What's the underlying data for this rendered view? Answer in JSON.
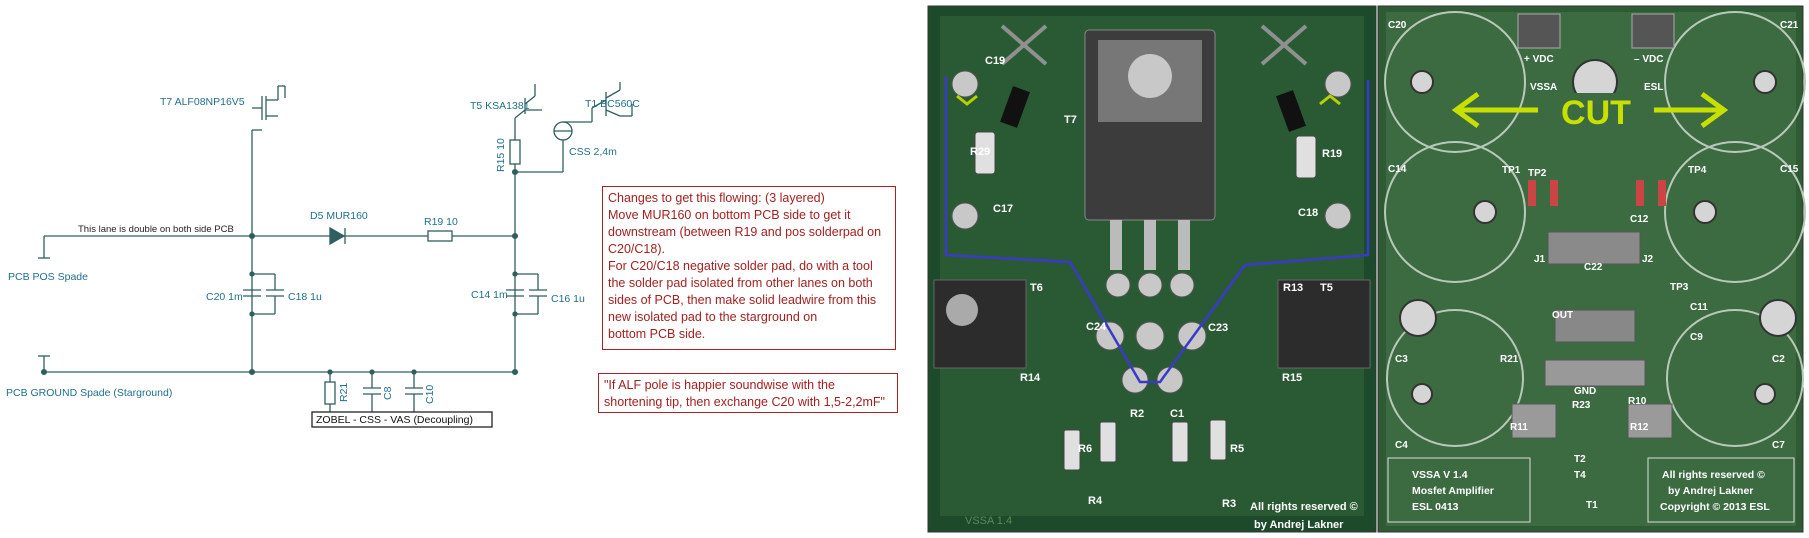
{
  "schematic": {
    "labels": {
      "t7": "T7 ALF08NP16V5",
      "t5": "T5 KSA1381",
      "t1": "T1 BC560C",
      "css": "CSS 2,4m",
      "r15": "R15 10",
      "lane_note": "This lane is double on both side PCB",
      "d5": "D5 MUR160",
      "r19": "R19 10",
      "pos_spade": "PCB POS Spade",
      "c20": "C20 1m",
      "c18": "C18 1u",
      "c14": "C14 1m",
      "c16": "C16 1u",
      "ground_spade": "PCB GROUND Spade (Starground)",
      "r21": "R21",
      "c8": "C8",
      "c10": "C10",
      "zobel": "ZOBEL -  CSS  -  VAS (Decoupling)"
    },
    "note1_lines": [
      "Changes to get this flowing: (3 layered)",
      "Move MUR160 on bottom PCB side to get it",
      "downstream (between R19 and pos solderpad on",
      "C20/C18).",
      "For C20/C18 negative solder pad, do with a tool",
      "the solder pad isolated from other lanes on both",
      "sides of PCB, then make solid leadwire from this",
      "new isolated pad to the starground on",
      "bottom PCB side."
    ],
    "note2_lines": [
      "\"If ALF pole is happier soundwise with the",
      "shortening tip, then exchange C20 with 1,5-2,2mF\""
    ],
    "colors": {
      "wire": "#2f5f5f",
      "label": "#1f6f8b",
      "note": "#a32020"
    }
  },
  "photo_left": {
    "labels": {
      "c19": "C19",
      "t7": "T7",
      "r29": "R29",
      "c17": "C17",
      "c18": "C18",
      "r19": "R19",
      "r13": "R13",
      "t6": "T6",
      "t5": "T5",
      "r14": "R14",
      "r15": "R15",
      "c24": "C24",
      "c23": "C23",
      "r2": "R2",
      "c1": "C1",
      "r6": "R6",
      "r5": "R5",
      "r4": "R4",
      "r3": "R3",
      "vssa": "VSSA 1.4",
      "rights": "All rights reserved ©",
      "author": "by Andrej Lakner"
    },
    "colors": {
      "pcb": "#1d4a2a",
      "copper": "#2f6a3a",
      "pad": "#c8c8c8",
      "trace": "#3a3ac8"
    }
  },
  "photo_right": {
    "cut_label": "CUT",
    "labels": {
      "c20": "C20",
      "c21": "C21",
      "c14": "C14",
      "c15": "C15",
      "c3": "C3",
      "c2": "C2",
      "c4": "C4",
      "c7": "C7",
      "c9": "C9",
      "c11": "C11",
      "c12": "C12",
      "c22": "C22",
      "tp1": "TP1",
      "tp2": "TP2",
      "tp3": "TP3",
      "tp4": "TP4",
      "j1": "J1",
      "j2": "J2",
      "out": "OUT",
      "gnd": "GND",
      "vdc_pos": "+ VDC",
      "vdc_neg": "– VDC",
      "vssa": "VSSA",
      "esl": "ESL",
      "r10": "R10",
      "r11": "R11",
      "r12": "R12",
      "r21": "R21",
      "r23": "R23",
      "t1": "T1",
      "t2": "T2",
      "t4": "T4"
    },
    "info_left": [
      "VSSA V 1.4",
      "Mosfet Amplifier",
      "ESL   0413"
    ],
    "info_right": [
      "All rights reserved ©",
      "by Andrej Lakner",
      "Copyright © 2013 ESL"
    ],
    "colors": {
      "pcb": "#2e5a34",
      "pad": "#cfcfcf",
      "cut": "#c8e000",
      "arrow": "#c8e000"
    }
  }
}
